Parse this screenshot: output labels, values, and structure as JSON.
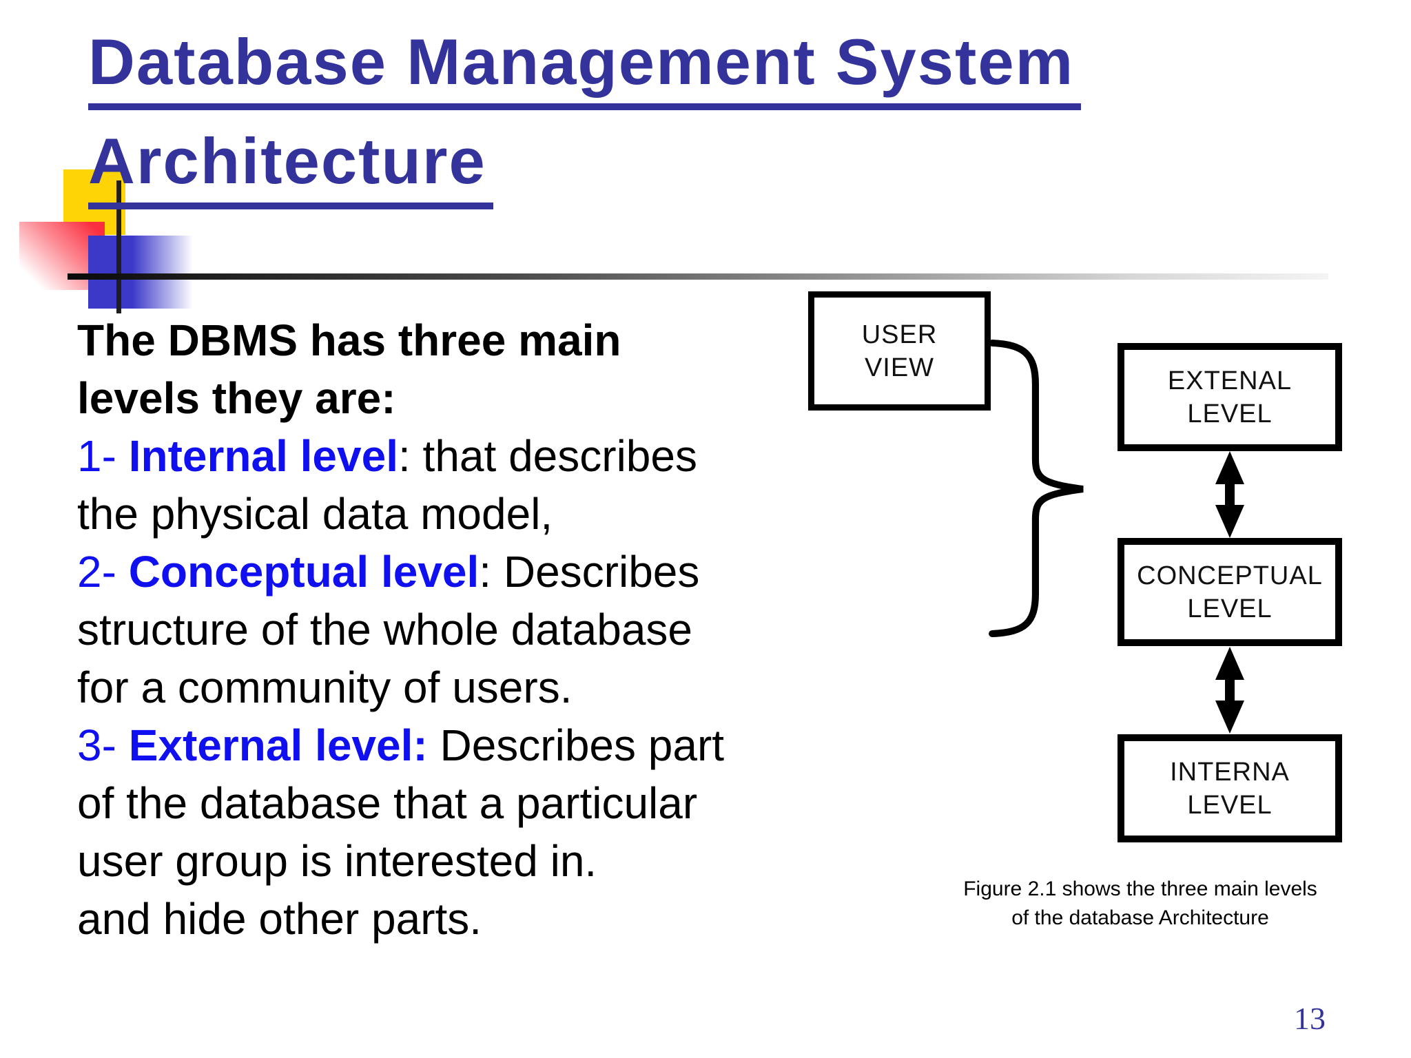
{
  "slide": {
    "title_line1": "Database Management System",
    "title_line2": "Architecture",
    "page_number": "13"
  },
  "body": {
    "l1": "The DBMS has three main",
    "l2": "levels they are:",
    "l3_num": "1- ",
    "l3_term": "Internal level",
    "l3_rest": ": that describes",
    "l4": "the physical data model,",
    "l5_num": "2- ",
    "l5_term": "Conceptual level",
    "l5_rest": ": Describes",
    "l6": "structure of the whole database",
    "l7": "for a community of users.",
    "l8_num": "3- ",
    "l8_term": "External level:",
    "l8_rest": " Describes part",
    "l9": "of the database that a particular",
    "l10": "user group is interested in.",
    "l11": "and hide other parts."
  },
  "diagram": {
    "user_view_l1": "USER",
    "user_view_l2": "VIEW",
    "external_l1": "EXTENAL",
    "external_l2": "LEVEL",
    "conceptual_l1": "CONCEPTUAL",
    "conceptual_l2": "LEVEL",
    "internal_l1": "INTERNA",
    "internal_l2": "LEVEL",
    "caption_l1": "Figure 2.1 shows the three main levels",
    "caption_l2": "of the database Architecture",
    "icons": {
      "brace": "curly-brace-icon",
      "arrow_top": "double-arrow-icon",
      "arrow_bottom": "double-arrow-icon"
    }
  },
  "colors": {
    "title_navy": "#33339b",
    "accent_blue": "#0f0ff0",
    "text_black": "#000000",
    "deco_yellow": "#ffd406",
    "deco_red": "#fb2e3f",
    "deco_blue": "#3c39c8",
    "diagram_stroke": "#000000"
  }
}
